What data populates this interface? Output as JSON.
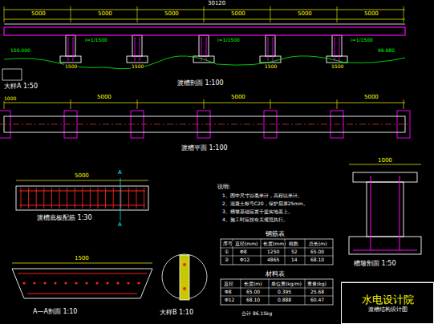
{
  "diagram": {
    "nodes": [
      {
        "text": [
          "水电设计院",
          "渡槽结构设计图"
        ]
      }
    ],
    "labels": [
      "30120",
      "5000",
      "5000",
      "5000",
      "5000",
      "5000",
      "5000",
      "i=1/1500",
      "i=1/1500",
      "i=1/1500",
      "1500",
      "1500",
      "1500",
      "1500",
      "100.000",
      "99.980",
      "大样A 1:50",
      "渡槽剖面 1:100",
      "1000",
      "5000",
      "5000",
      "5000",
      "渡槽平面 1:100",
      "5000",
      "A",
      "A",
      "渡槽底板配筋 1:30",
      "1500",
      "A—A剖面 1:10",
      "大样B 1:10",
      "说明:",
      "1、图中尺寸以毫米计，高程以米计。",
      "2、混凝土标号C20，保护层厚25mm。",
      "3、槽墩基础应置于坚实地基上。",
      "4、施工时应按有关规范执行。",
      "钢筋表",
      "序号",
      "直径(mm)",
      "长度(mm)",
      "根数",
      "总长(m)",
      "①",
      "Φ8",
      "1250",
      "52",
      "65.00",
      "②",
      "Φ12",
      "4865",
      "14",
      "68.10",
      "材料表",
      "直径",
      "长度(m)",
      "单位重(kg/m)",
      "重量(kg)",
      "Φ8",
      "65.00",
      "0.395",
      "25.68",
      "Φ12",
      "68.10",
      "0.888",
      "60.47",
      "合计 86.15kg",
      "1000",
      "槽墩剖面 1:50"
    ]
  }
}
